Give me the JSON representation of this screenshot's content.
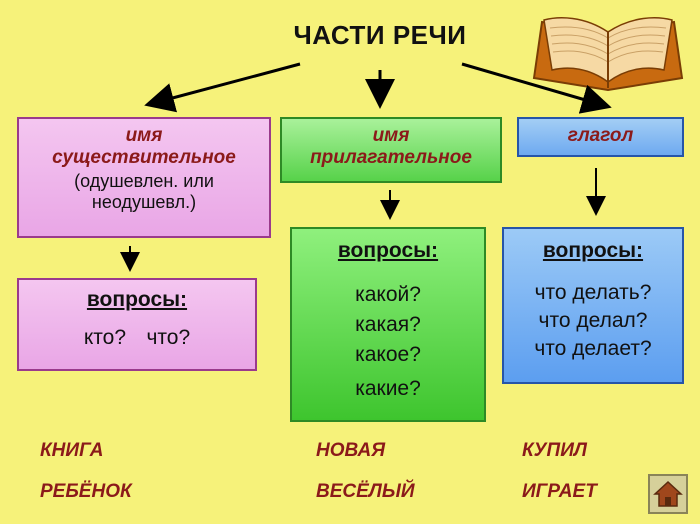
{
  "title": "ЧАСТИ РЕЧИ",
  "noun": {
    "name_line1": "имя",
    "name_line2": "существительное",
    "note_line1": "(одушевлен. или",
    "note_line2": "неодушевл.)",
    "questions_label": "вопросы:",
    "questions": [
      "кто?",
      "что?"
    ],
    "examples": [
      "КНИГА",
      "РЕБЁНОК"
    ]
  },
  "adjective": {
    "name_line1": "имя",
    "name_line2": "прилагательное",
    "questions_label": "вопросы:",
    "questions": [
      "какой?",
      "какая?",
      "какое?",
      "какие?"
    ],
    "examples": [
      "НОВАЯ",
      "ВЕСЁЛЫЙ"
    ]
  },
  "verb": {
    "name": "глагол",
    "questions_label": "вопросы:",
    "questions": [
      "что делать?",
      "что делал?",
      "что делает?"
    ],
    "examples": [
      "КУПИЛ",
      "ИГРАЕТ"
    ]
  },
  "icons": {
    "book": "open-book-icon",
    "home": "home-icon"
  },
  "colors": {
    "background": "#f6f27a",
    "noun_box": "#e9a6e6",
    "adjective_box": "#57d24a",
    "verb_box": "#6eaaf0",
    "example_text": "#8b1a1a"
  }
}
